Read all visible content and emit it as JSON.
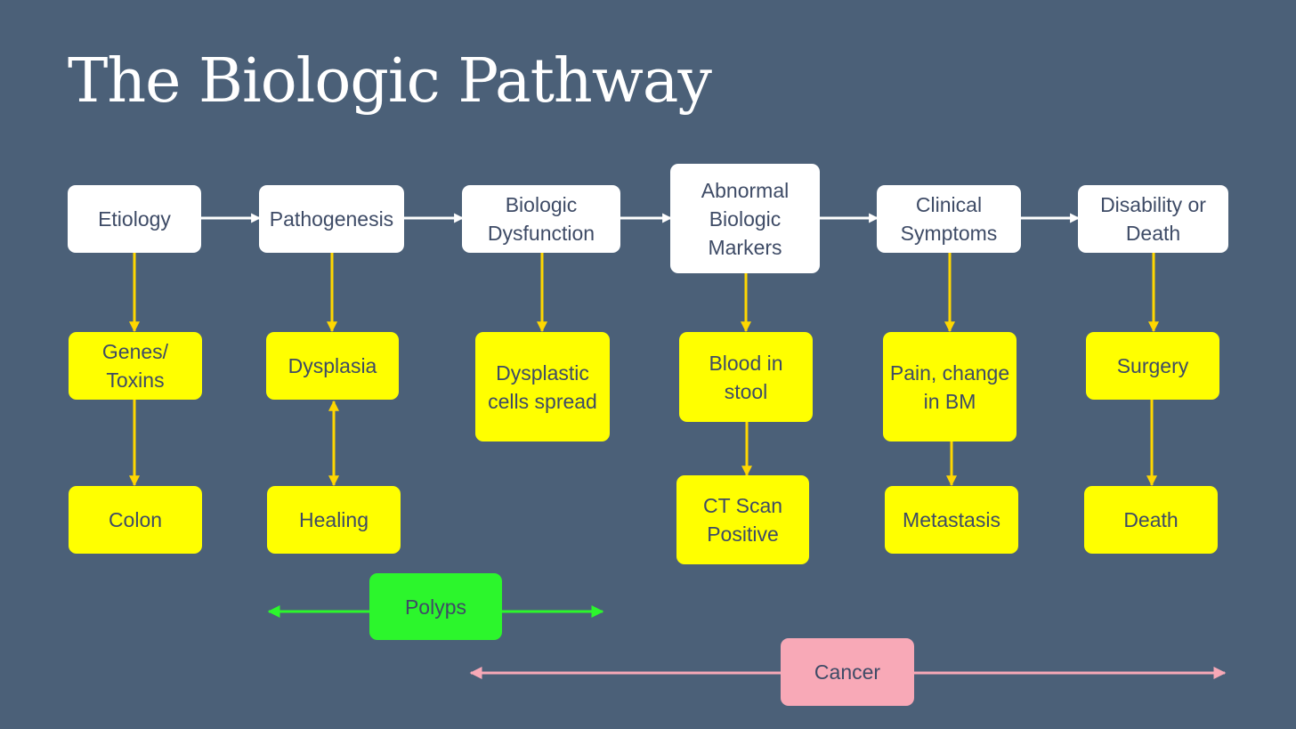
{
  "title": "The Biologic Pathway",
  "colors": {
    "background": "#4b6078",
    "stage_box": "#ffffff",
    "detail_box": "#ffff00",
    "polyps_range": "#2cf62c",
    "cancer_range": "#f8a9b7",
    "text": "#3e4b66"
  },
  "stages": [
    {
      "label": "Etiology"
    },
    {
      "label": "Pathogenesis"
    },
    {
      "label": "Biologic\nDysfunction"
    },
    {
      "label": "Abnormal\nBiologic\nMarkers"
    },
    {
      "label": "Clinical\nSymptoms"
    },
    {
      "label": "Disability or\nDeath"
    }
  ],
  "details": [
    {
      "label": "Genes/\nToxins"
    },
    {
      "label": "Colon"
    },
    {
      "label": "Dysplasia"
    },
    {
      "label": "Healing"
    },
    {
      "label": "Dysplastic\ncells spread"
    },
    {
      "label": "Blood in\nstool"
    },
    {
      "label": "CT Scan\nPositive"
    },
    {
      "label": "Pain, change\nin BM"
    },
    {
      "label": "Metastasis"
    },
    {
      "label": "Surgery"
    },
    {
      "label": "Death"
    }
  ],
  "ranges": [
    {
      "label": "Polyps"
    },
    {
      "label": "Cancer"
    }
  ]
}
